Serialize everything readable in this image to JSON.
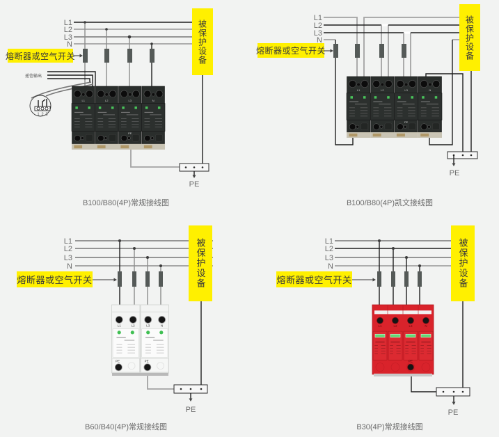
{
  "page": {
    "background": "#f2f3f2"
  },
  "colors": {
    "highlight_yellow": "#fff000",
    "wire_black": "#1e1e1e",
    "wire_gray": "#a3a3a3",
    "fuse": "#555a58"
  },
  "diagrams": [
    {
      "caption": "B100/B80(4P)常规接线图",
      "line_labels": [
        "L1",
        "L2",
        "L3",
        "N"
      ],
      "fuse_label": "熔断器或空气开关",
      "equipment_label": "被保护设备",
      "ground_label": "PE",
      "remote_signal": {
        "label": "遥信输出",
        "terminal_numbers": [
          "1",
          "2",
          "3"
        ]
      },
      "module": {
        "style": "dark",
        "terminal_labels": [
          "L1",
          "L2",
          "L3",
          "N"
        ],
        "pe_label": "PE",
        "body_color": "#2c302e"
      }
    },
    {
      "caption": "B100/B80(4P)凯文接线图",
      "line_labels": [
        "L1",
        "L2",
        "L3",
        "N"
      ],
      "fuse_label": "熔断器或空气开关",
      "equipment_label": "被保护设备",
      "ground_label": "PE",
      "module": {
        "style": "dark",
        "terminal_labels": [
          "L1",
          "L2",
          "L3",
          "N"
        ],
        "pe_label": "PE",
        "body_color": "#2c302e"
      }
    },
    {
      "caption": "B60/B40(4P)常规接线图",
      "line_labels": [
        "L1",
        "L2",
        "L3",
        "N"
      ],
      "fuse_label": "熔断器或空气开关",
      "equipment_label": "被保护设备",
      "ground_label": "PE",
      "module": {
        "style": "white",
        "terminal_labels": [
          "L1",
          "L2",
          "L3",
          "N"
        ],
        "pe_label": "PE",
        "body_color": "#f3f4f3"
      }
    },
    {
      "caption": "B30(4P)常规接线图",
      "line_labels": [
        "L1",
        "L2",
        "L3",
        "N"
      ],
      "fuse_label": "熔断器或空气开关",
      "equipment_label": "被保护设备",
      "ground_label": "PE",
      "module": {
        "style": "red",
        "terminal_labels": [
          "L1",
          "L2",
          "L3",
          "N"
        ],
        "pe_label": "PE",
        "body_color": "#d9232b"
      }
    }
  ]
}
